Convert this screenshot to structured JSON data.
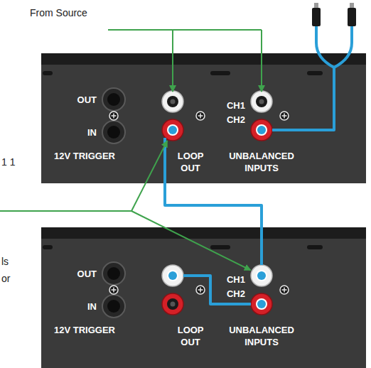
{
  "diagram": {
    "nodes": [
      {
        "text": [
          "OUT",
          "IN",
          "12V TRIGGER",
          "LOOP OUT",
          "CH1",
          "CH2",
          "UNBALANCED INPUTS"
        ]
      },
      {
        "text": [
          "OUT",
          "IN",
          "12V TRIGGER",
          "LOOP OUT",
          "CH1",
          "CH2",
          "UNBALANCED INPUTS"
        ]
      }
    ],
    "edges": [
      {
        "from": 0,
        "to": 1,
        "arrow": "none"
      }
    ],
    "labels": [
      "From Source",
      "1 1",
      "ls",
      "or"
    ]
  }
}
